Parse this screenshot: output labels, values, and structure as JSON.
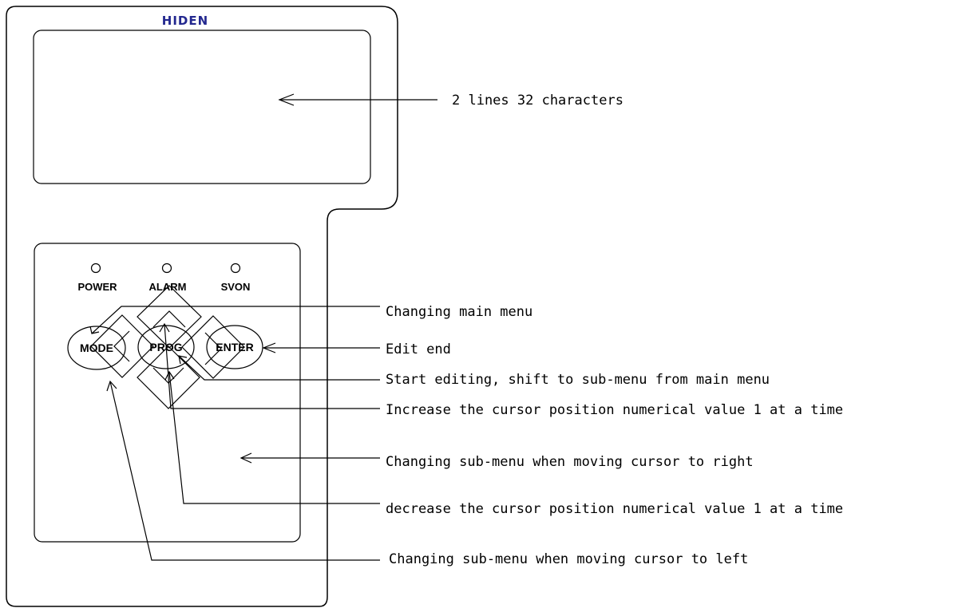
{
  "device": {
    "brand": "HIDEN",
    "leds": [
      {
        "id": "power",
        "label": "POWER"
      },
      {
        "id": "alarm",
        "label": "ALARM"
      },
      {
        "id": "svon",
        "label": "SVON"
      }
    ],
    "buttons": {
      "mode": "MODE",
      "prog": "PROG",
      "enter": "ENTER"
    },
    "arrow_keys": [
      "up",
      "right",
      "down",
      "left"
    ]
  },
  "annotations": {
    "display": "2 lines 32 characters",
    "mode": "Changing main menu",
    "enter": "Edit end",
    "prog": "Start editing, shift to sub-menu from main menu",
    "up": "Increase the cursor position numerical value 1 at a time",
    "right": "Changing sub-menu when moving cursor to right",
    "down": "decrease the cursor position numerical value 1 at a time",
    "left": "Changing sub-menu when moving cursor to left"
  }
}
